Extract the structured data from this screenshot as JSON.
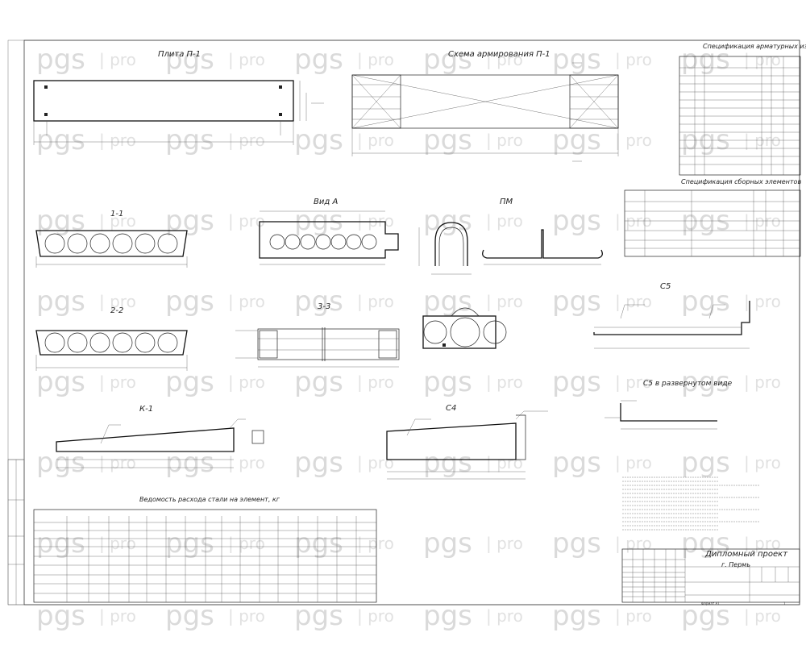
{
  "watermark": {
    "left": "pgs",
    "right": "pro"
  },
  "titles": {
    "plan": "Плита П-1",
    "reinf": "Схема армирования П-1",
    "spec1": "Спецификация арматурных изделий",
    "spec2": "Спецификация сборных элементов",
    "sec11": "1-1",
    "vidA": "Вид А",
    "pm": "ПМ",
    "sec22": "2-2",
    "sec33": "3-3",
    "c5": "С5",
    "c5unf": "С5 в развернутом виде",
    "k1": "К-1",
    "c4": "С4",
    "steel": "Ведомость расхода стали на элемент, кг"
  },
  "stamp": {
    "project": "Дипломный проект",
    "city": "г. Пермь",
    "bottom": "Формат А1"
  },
  "sheet_no": "1"
}
